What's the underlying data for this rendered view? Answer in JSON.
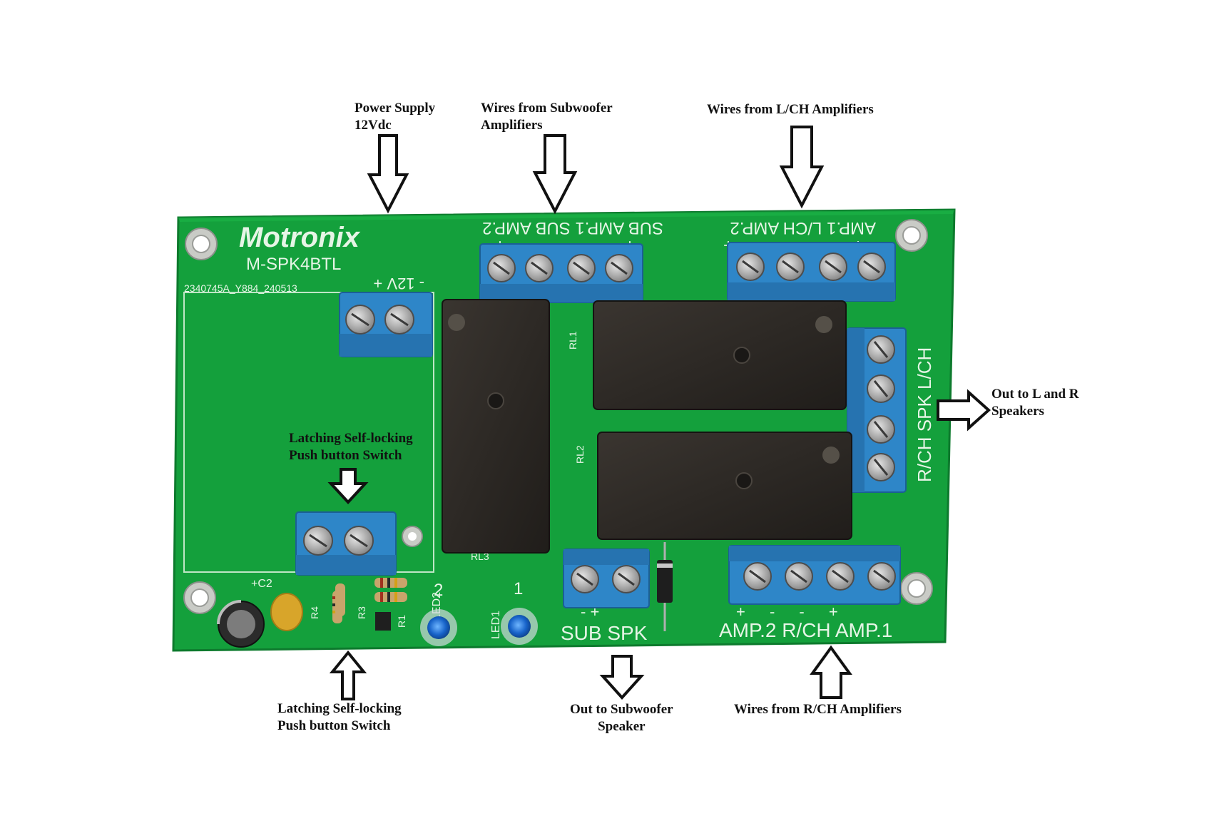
{
  "colors": {
    "pcb": "#14a03c",
    "pcb_dark": "#0e7f2f",
    "terminal": "#2e86c8",
    "relay": "#2a2623",
    "silkscreen": "#e6f5e6"
  },
  "board": {
    "brand": "Motronix",
    "model": "M-SPK4BTL",
    "serial": "2340745A_Y884_240513",
    "power_label": "- 12V +",
    "sub_input_label": "SUB AMP.1  SUB AMP.2",
    "sub_input_polarity": "+  -  -  +",
    "lch_input_label": "AMP.1 L/CH  AMP.2",
    "lch_input_polarity": "+  -  -  +",
    "speaker_out_label": "R/CH SPK L/CH",
    "sub_spk_label": "SUB SPK",
    "sub_spk_polarity": "-    +",
    "rch_input_label": "AMP.2 R/CH  AMP.1",
    "rch_input_polarity": "+   -    -    +",
    "led1": "LED1",
    "led2": "LED2",
    "num1": "1",
    "num2": "2",
    "rl1": "RL1",
    "rl2": "RL2",
    "rl3": "RL3",
    "c2": "+C2",
    "r1": "R1",
    "r3": "R3",
    "r4": "R4"
  },
  "callouts": {
    "power": [
      "Power Supply",
      "12Vdc"
    ],
    "sub_amps": [
      "Wires from Subwoofer",
      "Amplifiers"
    ],
    "lch_amps": [
      "Wires from L/CH Amplifiers"
    ],
    "speakers_out": [
      "Out to L and R",
      "Speakers"
    ],
    "switch_top": [
      "Latching Self-locking",
      "Push button Switch"
    ],
    "switch_bottom": [
      "Latching Self-locking",
      "Push button Switch"
    ],
    "sub_out": [
      "Out to Subwoofer",
      "Speaker"
    ],
    "rch_amps": [
      "Wires from R/CH Amplifiers"
    ]
  },
  "icons": {
    "arrow_down": "arrow-down-icon",
    "arrow_up": "arrow-up-icon",
    "arrow_right": "arrow-right-icon"
  }
}
